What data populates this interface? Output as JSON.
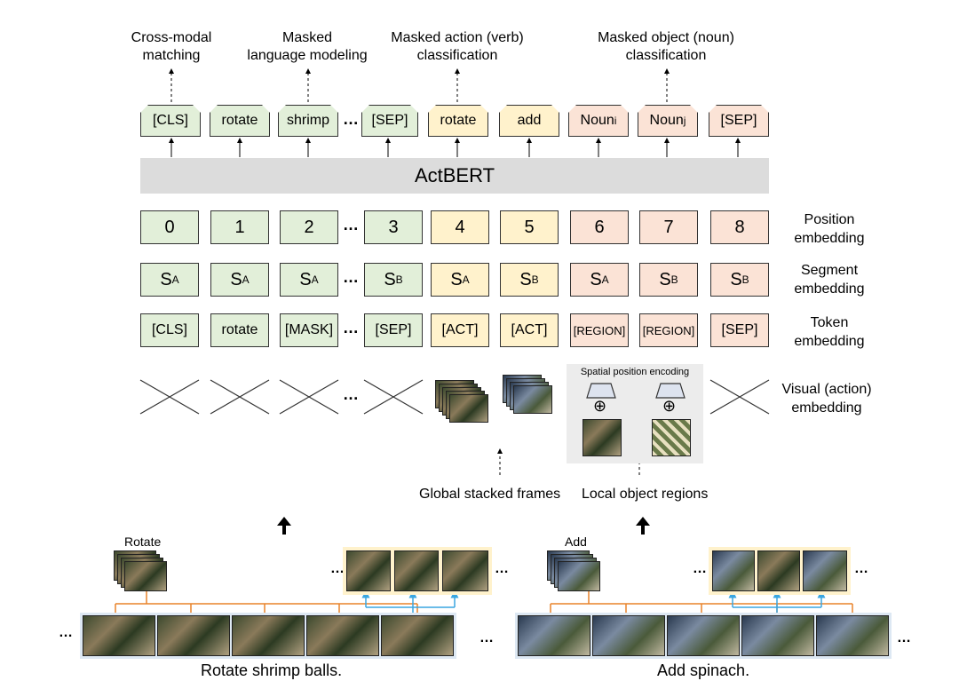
{
  "tasks": {
    "cross_modal": [
      "Cross-modal",
      "matching"
    ],
    "mlm": [
      "Masked",
      "language modeling"
    ],
    "action": [
      "Masked action (verb)",
      "classification"
    ],
    "object": [
      "Masked object (noun)",
      "classification"
    ]
  },
  "output_tokens": [
    "[CLS]",
    "rotate",
    "shrimp",
    "[SEP]",
    "rotate",
    "add",
    "Noun",
    "Noun",
    "[SEP]"
  ],
  "noun_subscripts": [
    "i",
    "j"
  ],
  "model_name": "ActBERT",
  "position_values": [
    "0",
    "1",
    "2",
    "3",
    "4",
    "5",
    "6",
    "7",
    "8"
  ],
  "segment": {
    "base": "S",
    "subs": [
      "A",
      "A",
      "A",
      "B",
      "A",
      "B",
      "A",
      "B",
      "B"
    ]
  },
  "token_values": [
    "[CLS]",
    "rotate",
    "[MASK]",
    "[SEP]",
    "[ACT]",
    "[ACT]",
    "[REGION]",
    "[REGION]",
    "[SEP]"
  ],
  "row_labels": {
    "position": [
      "Position",
      "embedding"
    ],
    "segment": [
      "Segment",
      "embedding"
    ],
    "token": [
      "Token",
      "embedding"
    ],
    "visual": [
      "Visual (action)",
      "embedding"
    ]
  },
  "spatial_label": "Spatial position encoding",
  "oplus": "⊕",
  "ellipsis": "…",
  "global_label": "Global stacked frames",
  "local_label": "Local object regions",
  "bottom": {
    "left_action": "Rotate",
    "right_action": "Add",
    "left_caption": "Rotate shrimp balls.",
    "right_caption": "Add spinach."
  },
  "colors": {
    "text_green": "#e2efd9",
    "action_yellow": "#fff2cc",
    "region_pink": "#fbe3d6",
    "model_gray": "#dcdcdc",
    "arrow_orange": "#e8832a",
    "arrow_blue": "#3aa6e0"
  }
}
